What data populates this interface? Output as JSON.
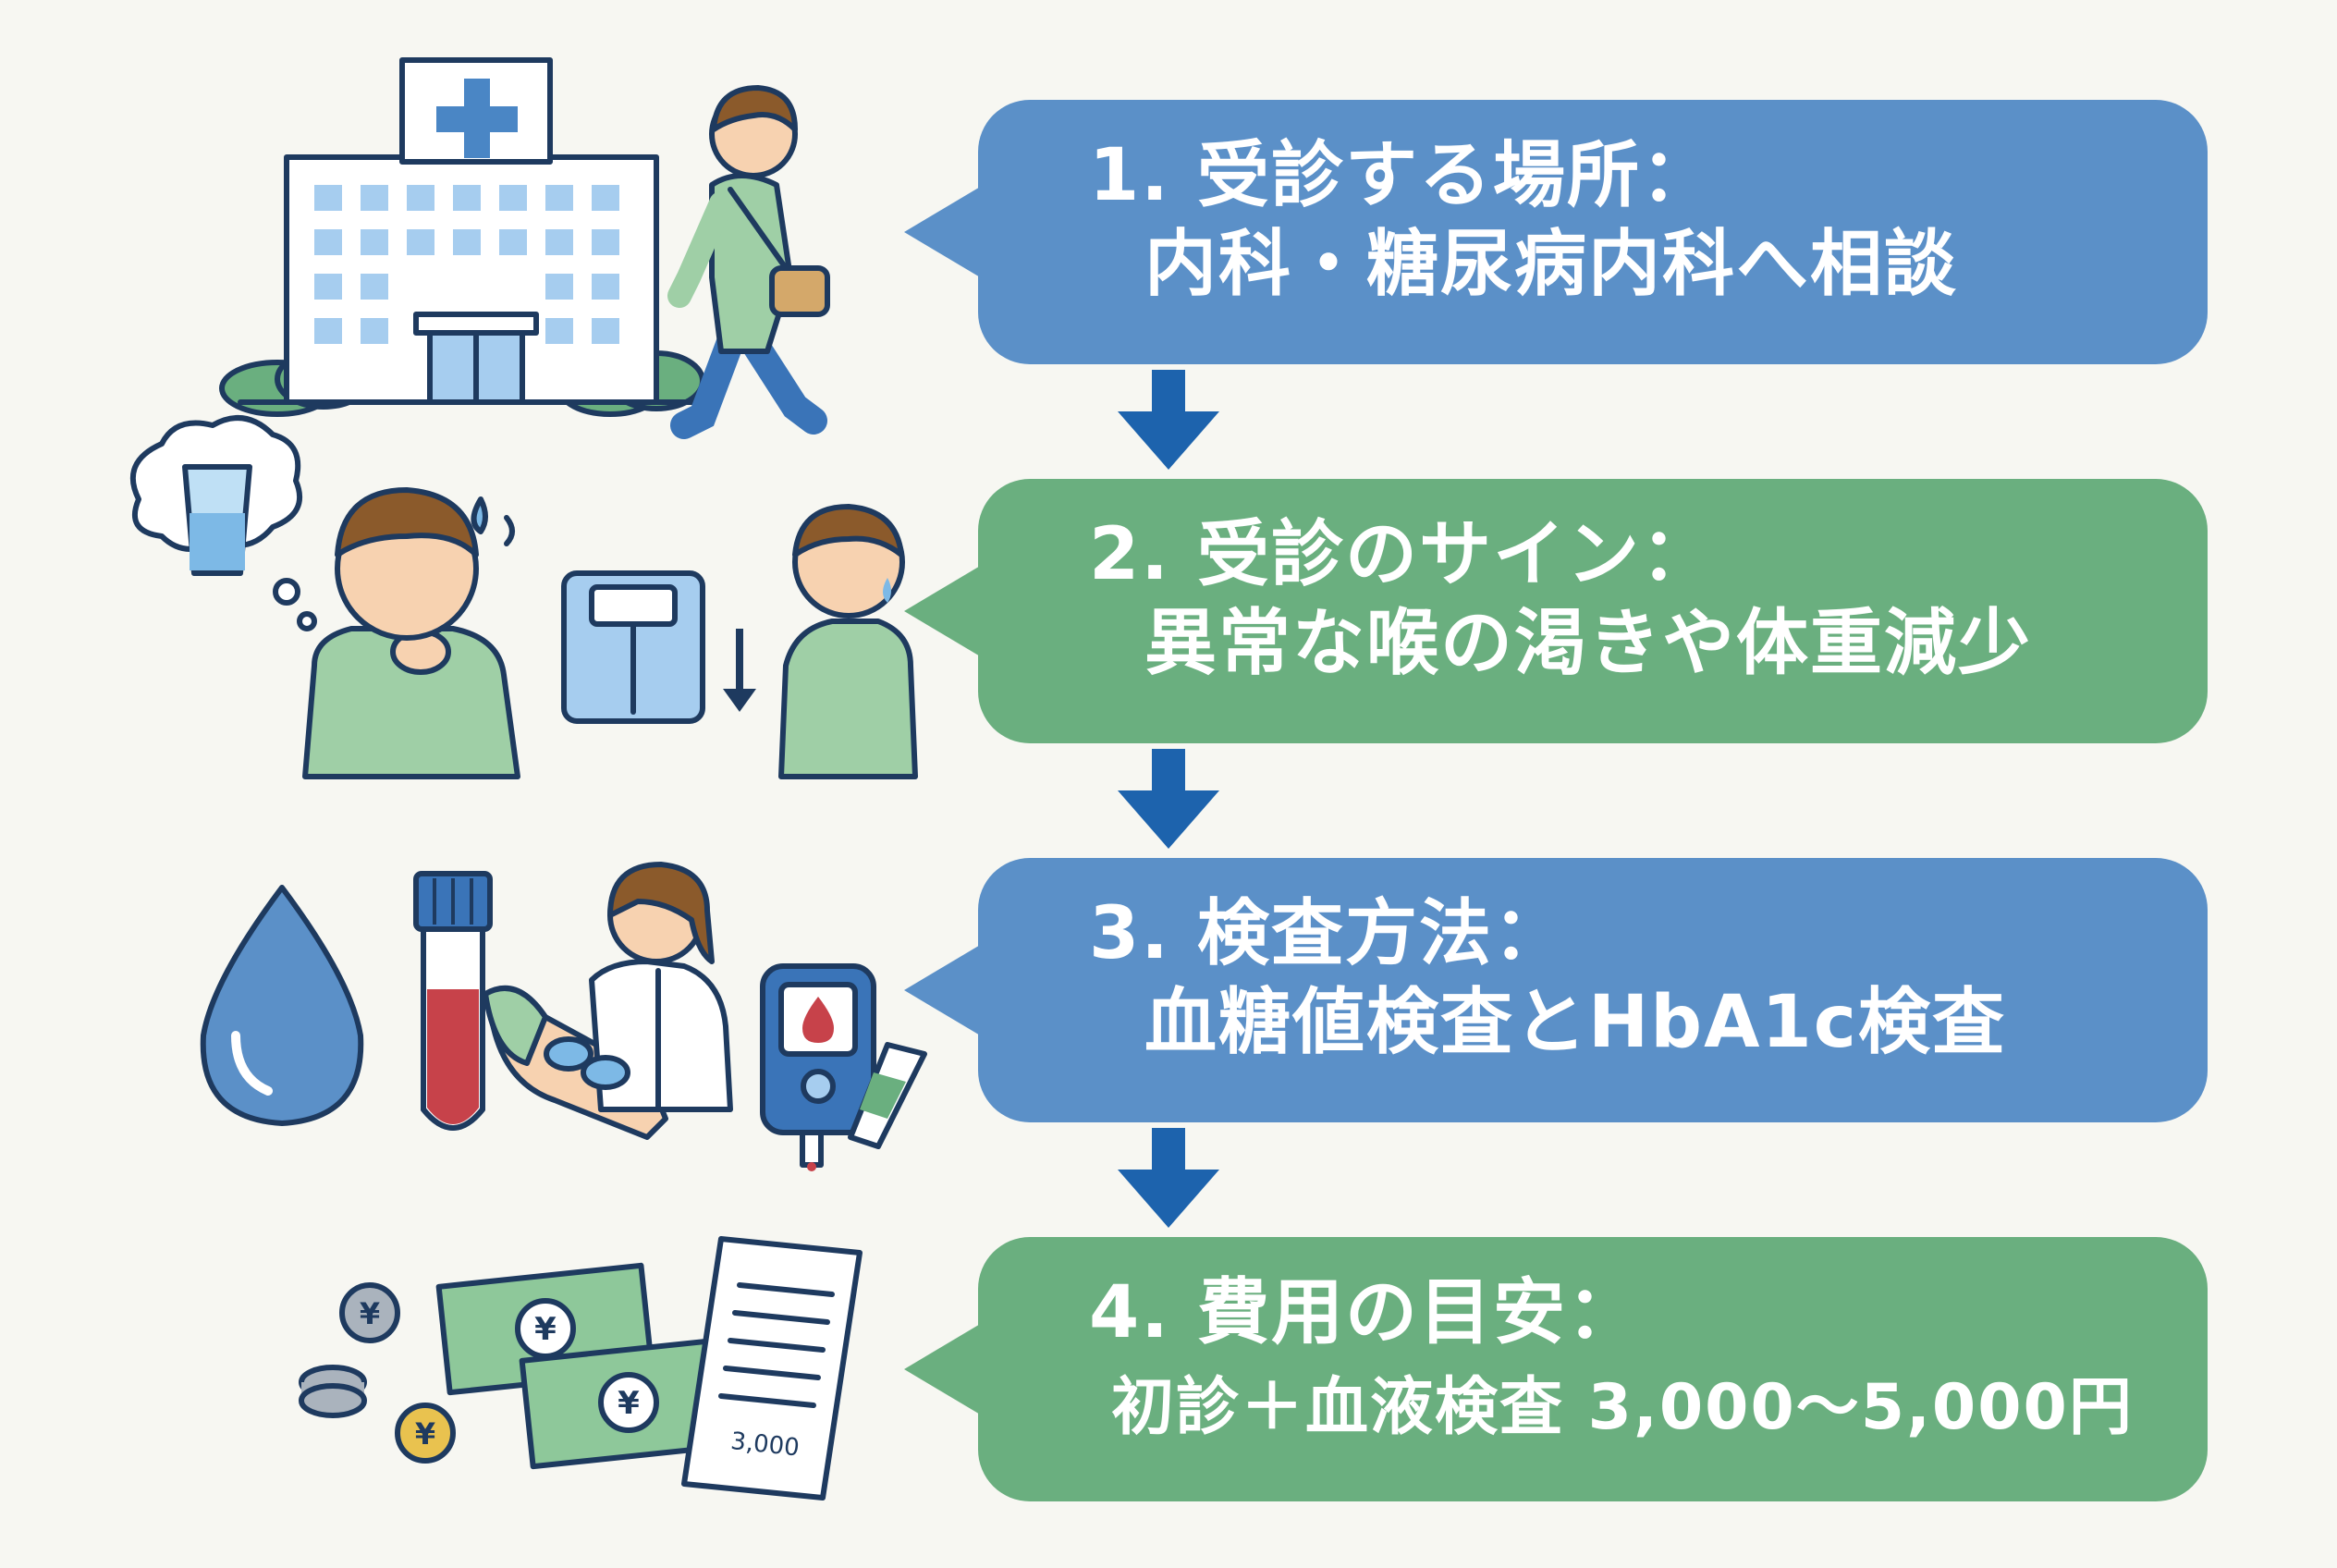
{
  "steps": [
    {
      "title": "1. 受診する場所：",
      "body": "内科・糖尿病内科へ相談",
      "color": "#5b90c8"
    },
    {
      "title": "2. 受診のサイン：",
      "body": "異常な喉の渇きや体重減少",
      "color": "#6aaf7f"
    },
    {
      "title": "3. 検査方法：",
      "body": "血糖値検査とHbA1c検査",
      "color": "#5b90c8"
    },
    {
      "title": "4. 費用の目安：",
      "body": "初診＋血液検査 3,000〜5,000円",
      "color": "#6aaf7f"
    }
  ],
  "illustrations": {
    "hospital": "hospital-building-icon",
    "walking": "walking-person-icon",
    "thirst": "thirsty-person-icon",
    "scale": "bathroom-scale-icon",
    "weightloss": "weight-loss-person-icon",
    "blood_drop": "blood-drop-icon",
    "test_tube": "blood-tube-icon",
    "nurse": "nurse-blood-draw-icon",
    "glucometer": "glucose-meter-icon",
    "money": "money-icon",
    "receipt_amount": "3,000"
  },
  "arrow_color": "#1d63ad"
}
